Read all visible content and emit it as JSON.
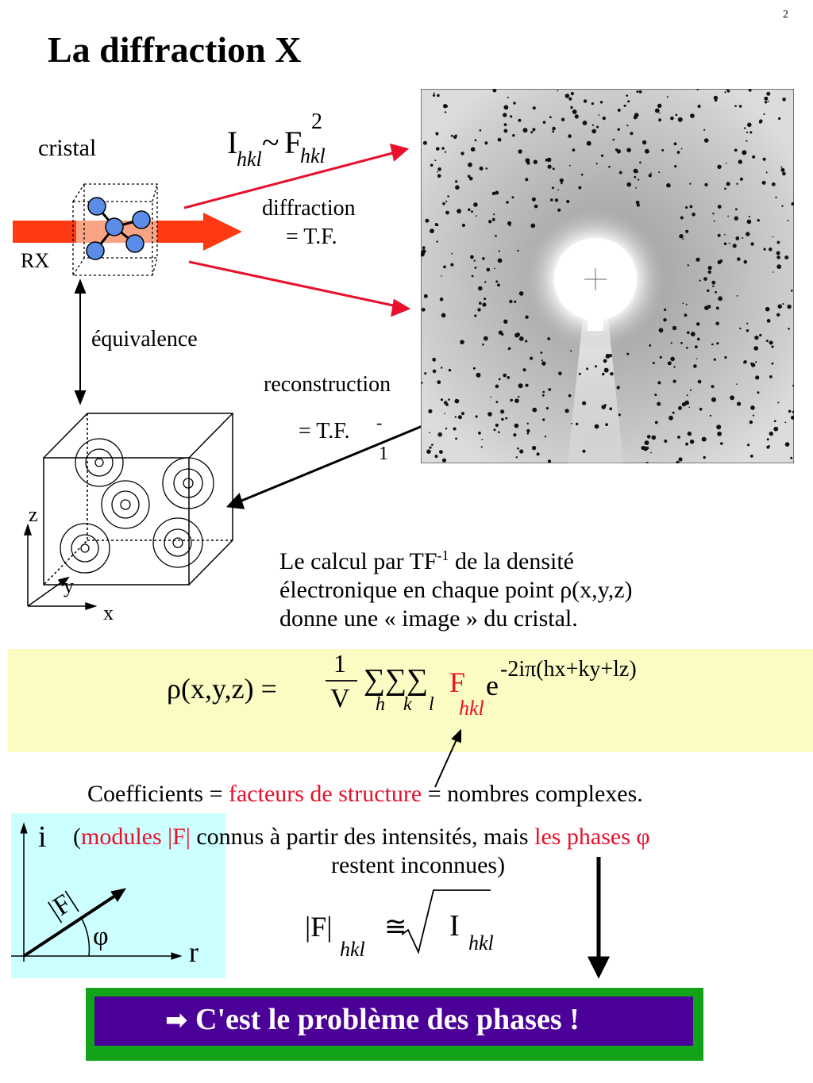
{
  "page_number": "2",
  "title": "La diffraction  X",
  "diagram": {
    "crystal_label": "cristal",
    "rx_label": "RX",
    "equivalence_label": "équivalence",
    "intensity_formula": {
      "i": "I",
      "i_sub": "hkl",
      "tilde": "~",
      "f": "F",
      "f_sub": "hkl",
      "f_sup": "2"
    },
    "diffraction_label": "diffraction",
    "tf_label": "=  T.F.",
    "reconstruction_label": "reconstruction",
    "tf_inverse_label": "= T.F.",
    "tf_inverse_sup": "-",
    "tf_inverse_one": "1",
    "axis_z": "z",
    "axis_y": "y",
    "axis_x": "x"
  },
  "paragraph": {
    "line1_a": "Le calcul par TF",
    "line1_sup": "-1",
    "line1_b": " de la densité",
    "line2": "électronique en chaque point ρ(x,y,z)",
    "line3": "donne une « image » du cristal."
  },
  "formula": {
    "lhs": "ρ(x,y,z) =",
    "numerator": "1",
    "denominator": "V",
    "sums": "∑∑∑",
    "sum_h": "h",
    "sum_k": "k",
    "sum_l": "l",
    "f": "F",
    "f_sub": "hkl",
    "e": "e",
    "exponent": "-2iπ(hx+ky+lz)"
  },
  "coefficients": {
    "a": "Coefficients = ",
    "b": "facteurs de structure",
    "c": " = nombres complexes.",
    "line2_a": "(",
    "line2_b": "modules |F|",
    "line2_c": " connus à partir des intensités, mais ",
    "line2_d": "les phases φ",
    "line3": "restent inconnues)"
  },
  "complex_plane": {
    "i": "i",
    "r": "r",
    "modulus": "|F|",
    "phi": "φ"
  },
  "modulus_formula": {
    "lhs": "|F|",
    "lhs_sub": "hkl",
    "approx": "≅",
    "i": "I",
    "i_sub": "hkl"
  },
  "banner": {
    "arrow": "➡",
    "text": "C'est le problème des phases !"
  },
  "colors": {
    "red": "#e8102a",
    "formula_bg": "#fbfcc4",
    "complex_bg": "#ccffff",
    "banner_bg": "#4b0097",
    "banner_border": "#12a31a",
    "beam": "#ff3a12"
  }
}
